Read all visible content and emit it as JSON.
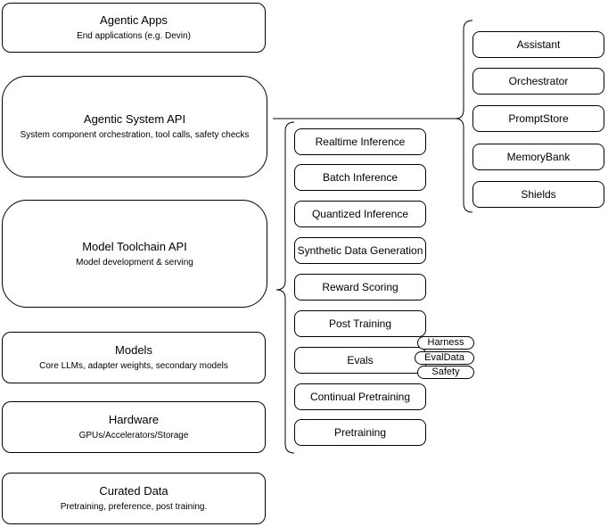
{
  "diagram": {
    "left_column": {
      "boxes": [
        {
          "title": "Agentic Apps",
          "subtitle": "End applications (e.g. Devin)"
        },
        {
          "title": "Agentic System API",
          "subtitle": "System component orchestration, tool calls, safety checks"
        },
        {
          "title": "Model Toolchain API",
          "subtitle": "Model development & serving"
        },
        {
          "title": "Models",
          "subtitle": "Core LLMs, adapter weights, secondary models"
        },
        {
          "title": "Hardware",
          "subtitle": "GPUs/Accelerators/Storage"
        },
        {
          "title": "Curated Data",
          "subtitle": "Pretraining, preference, post training."
        }
      ]
    },
    "toolchain_group": {
      "items": [
        {
          "label": "Realtime Inference"
        },
        {
          "label": "Batch Inference"
        },
        {
          "label": "Quantized Inference"
        },
        {
          "label": "Synthetic Data Generation"
        },
        {
          "label": "Reward Scoring"
        },
        {
          "label": "Post Training"
        },
        {
          "label": "Evals"
        },
        {
          "label": "Continual Pretraining"
        },
        {
          "label": "Pretraining"
        }
      ],
      "evals_tags": [
        {
          "label": "Harness"
        },
        {
          "label": "EvalData"
        },
        {
          "label": "Safety"
        }
      ]
    },
    "system_group": {
      "items": [
        {
          "label": "Assistant"
        },
        {
          "label": "Orchestrator"
        },
        {
          "label": "PromptStore"
        },
        {
          "label": "MemoryBank"
        },
        {
          "label": "Shields"
        }
      ]
    },
    "colors": {
      "stroke": "#000000",
      "fill": "#ffffff",
      "text": "#000000",
      "background": "#ffffff"
    }
  }
}
